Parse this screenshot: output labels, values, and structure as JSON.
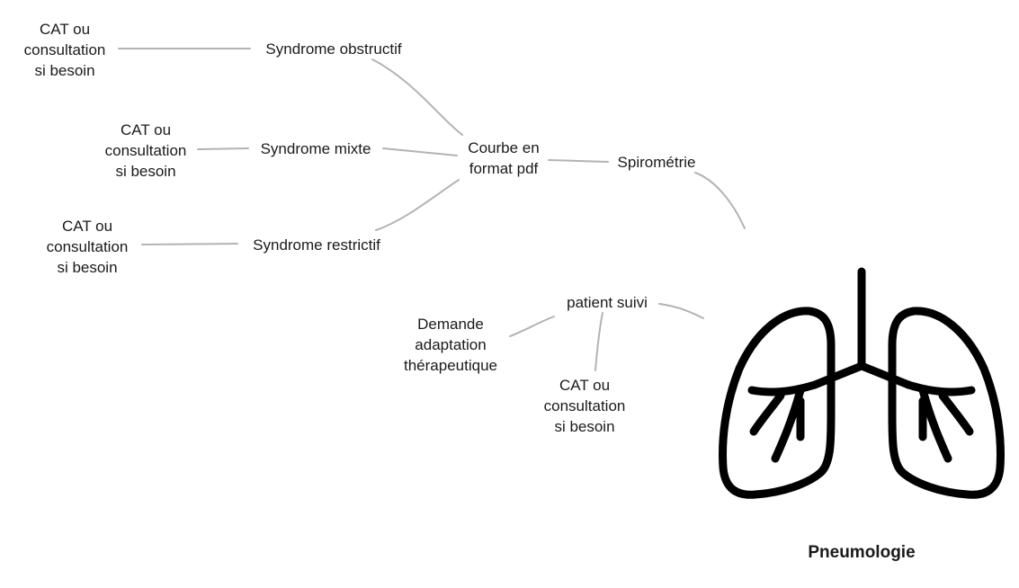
{
  "root": {
    "label": "Pneumologie",
    "icon": "lungs-icon"
  },
  "nodes": {
    "spirometrie": "Spirométrie",
    "courbe": "Courbe en\nformat pdf",
    "obstructif": "Syndrome obstructif",
    "mixte": "Syndrome mixte",
    "restrictif": "Syndrome restrictif",
    "cat_obstructif": "CAT ou\nconsultation\nsi besoin",
    "cat_mixte": "CAT ou\nconsultation\nsi besoin",
    "cat_restrictif": "CAT ou\nconsultation\nsi besoin",
    "patient": "patient suivi",
    "demande": "Demande\nadaptation\nthérapeutique",
    "cat_patient": "CAT ou\nconsultation\nsi besoin"
  },
  "colors": {
    "connector": "#b3b3b3",
    "icon": "#000000",
    "text": "#1a1a1a"
  }
}
